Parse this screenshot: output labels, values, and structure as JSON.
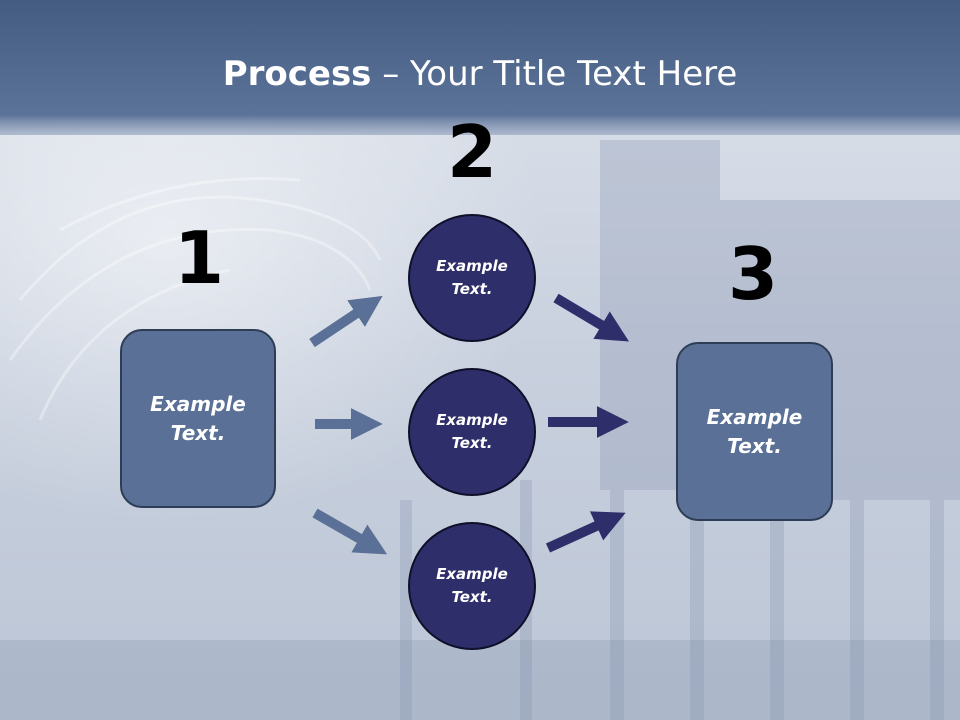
{
  "slide": {
    "title_bold": "Process",
    "title_rest": " – Your Title Text Here",
    "colors": {
      "header_band": "#4f6a92",
      "background": "#cfd6e2",
      "box_fill": "#5a7096",
      "circle_fill": "#2e2e6a",
      "arrow_light": "#5a7096",
      "arrow_dark": "#2e2e6a"
    }
  },
  "steps": {
    "step1": {
      "number": "1",
      "text": "Example\nText."
    },
    "step2": {
      "number": "2",
      "items": [
        {
          "text": "Example\nText."
        },
        {
          "text": "Example\nText."
        },
        {
          "text": "Example\nText."
        }
      ]
    },
    "step3": {
      "number": "3",
      "text": "Example\nText."
    }
  }
}
